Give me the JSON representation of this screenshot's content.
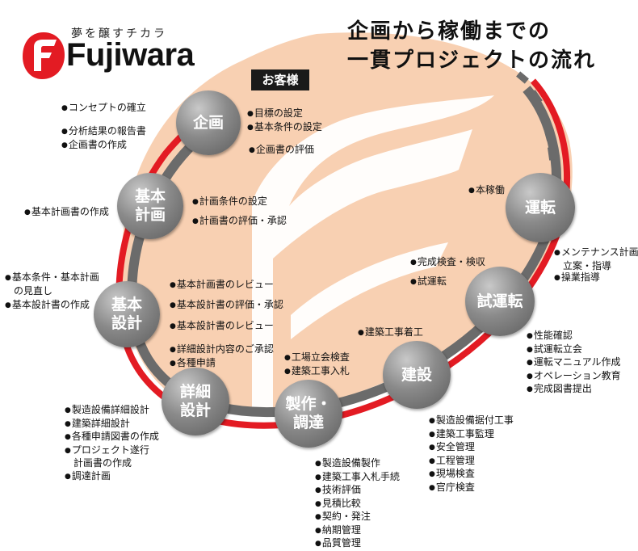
{
  "brand": {
    "tagline": "夢を醸すチカラ",
    "name": "Fujiwara",
    "logo_letter": "F"
  },
  "title": {
    "line1": "企画から稼働までの",
    "line2": "一貫プロジェクトの流れ"
  },
  "customer_label": "お客様",
  "colors": {
    "ring_red": "#e31b23",
    "ring_gray": "#6b6b6b",
    "peach": "#f8d0b2",
    "stage_gray": "#7a7a7a"
  },
  "stages": {
    "kikaku": {
      "line1": "企画",
      "line2": ""
    },
    "kihon_keikaku": {
      "line1": "基本",
      "line2": "計画"
    },
    "kihon_sekkei": {
      "line1": "基本",
      "line2": "設計"
    },
    "shosai_sekkei": {
      "line1": "詳細",
      "line2": "設計"
    },
    "seisaku_chotatsu": {
      "line1": "製作・",
      "line2": "調達"
    },
    "kensetsu": {
      "line1": "建設",
      "line2": ""
    },
    "shiunten": {
      "line1": "試運転",
      "line2": ""
    },
    "unten": {
      "line1": "運転",
      "line2": ""
    }
  },
  "customer_items": {
    "kikaku": [
      "目標の設定",
      "基本条件の設定"
    ],
    "kikaku_eval": [
      "企画書の評価"
    ],
    "kihon_keikaku": [
      "計画条件の設定"
    ],
    "kihon_keikaku_eval": [
      "計画書の評価・承認"
    ],
    "kihon_sekkei_1": [
      "基本計画書のレビュー"
    ],
    "kihon_sekkei_2": [
      "基本設計書の評価・承認"
    ],
    "kihon_sekkei_3": [
      "基本設計書のレビュー"
    ],
    "shosai_sekkei": [
      "詳細設計内容のご承認",
      "各種申請"
    ],
    "seisaku": [
      "工場立会検査",
      "建築工事入札"
    ],
    "kensetsu": [
      "建築工事着工"
    ],
    "shiunten_1": [
      "完成検査・検収"
    ],
    "shiunten_2": [
      "試運転"
    ],
    "unten": [
      "本稼働"
    ]
  },
  "work_items": {
    "kikaku_a": [
      "コンセプトの確立"
    ],
    "kikaku_b": [
      "分析結果の報告書",
      "企画書の作成"
    ],
    "kihon_keikaku": [
      "基本計画書の作成"
    ],
    "kihon_sekkei_a": [
      "基本条件・基本計画",
      "の見直し"
    ],
    "kihon_sekkei_b": [
      "基本設計書の作成"
    ],
    "shosai_sekkei_a": [
      "製造設備詳細設計",
      "建築詳細設計",
      "各種申請図書の作成",
      "プロジェクト遂行",
      "計画書の作成"
    ],
    "shosai_sekkei_b": [
      "調達計画"
    ],
    "seisaku": [
      "製造設備製作",
      "建築工事入札手続",
      "技術評価",
      "見積比較",
      "契約・発注",
      "納期管理",
      "品質管理"
    ],
    "kensetsu": [
      "製造設備据付工事",
      "建築工事監理",
      "安全管理",
      "工程管理",
      "現場検査",
      "官庁検査"
    ],
    "shiunten": [
      "性能確認",
      "試運転立会",
      "運転マニュアル作成",
      "オペレーション教育",
      "完成図書提出"
    ],
    "unten": [
      "メンテナンス計画",
      "立案・指導",
      "操業指導"
    ]
  }
}
